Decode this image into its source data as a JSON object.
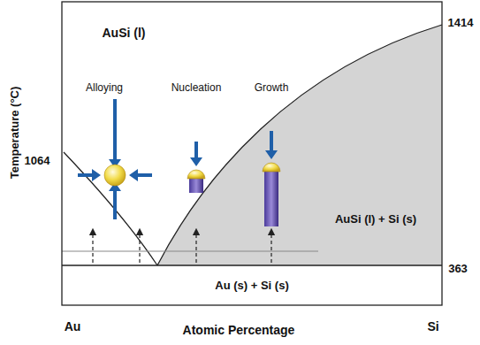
{
  "diagram": {
    "labels": [
      "AuSi (l)",
      "1414",
      "Alloying",
      "Nucleation",
      "Growth",
      "1064",
      "Temperature (°C)",
      "AuSi (l) + Si (s)",
      "363",
      "Au (s) + Si (s)",
      "Au",
      "Atomic Percentage",
      "Si"
    ]
  }
}
